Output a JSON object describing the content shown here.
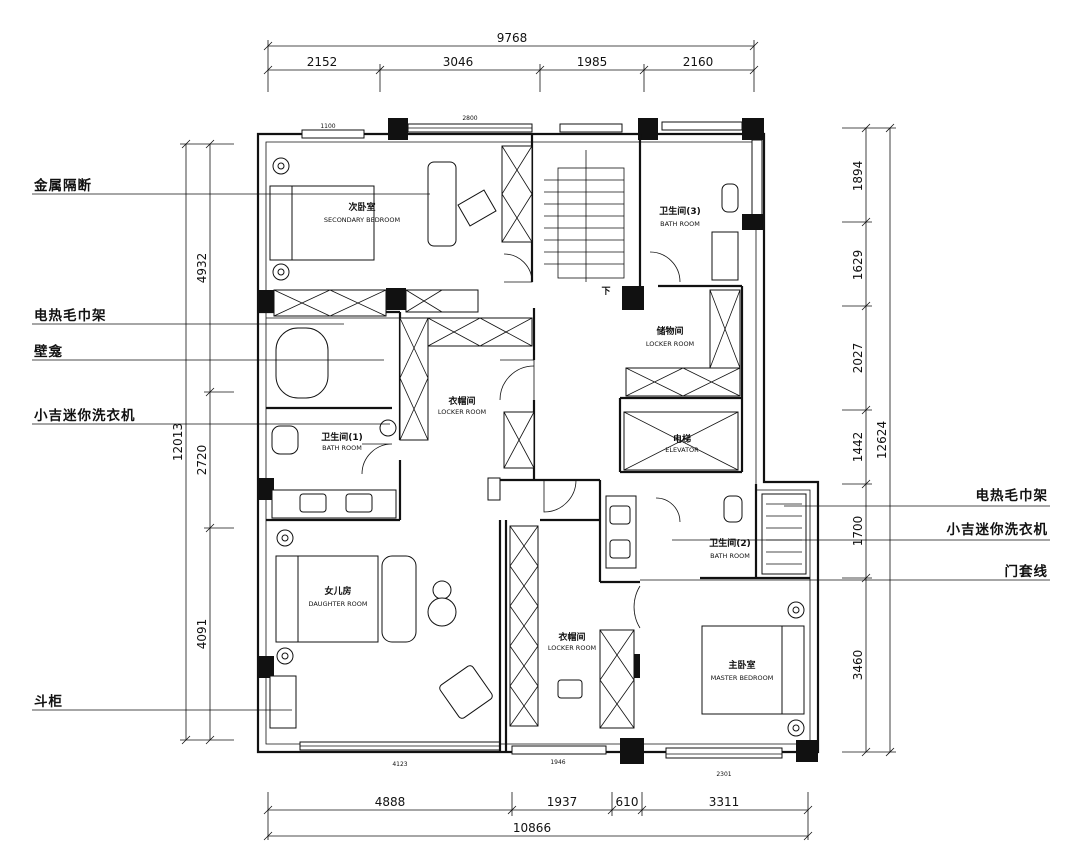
{
  "dimensions": {
    "top_total": "9768",
    "top_segments": [
      "2152",
      "3046",
      "1985",
      "2160"
    ],
    "bottom_segments": [
      "4888",
      "1937",
      "610",
      "3311"
    ],
    "bottom_total": "10866",
    "left_segments": [
      "4932",
      "2720",
      "4091"
    ],
    "left_total": "12013",
    "right_segments": [
      "1894",
      "1629",
      "2027",
      "1442",
      "1700",
      "3460"
    ],
    "right_total": "12624",
    "small_labels": [
      "1100",
      "2800",
      "4123",
      "1946",
      "2301"
    ]
  },
  "annotations_left": [
    "金属隔断",
    "电热毛巾架",
    "壁龛",
    "小吉迷你洗衣机",
    "斗柜"
  ],
  "annotations_right": [
    "电热毛巾架",
    "小吉迷你洗衣机",
    "门套线"
  ],
  "rooms": [
    {
      "cn": "次卧室",
      "en": "SECONDARY BEDROOM"
    },
    {
      "cn": "卫生间(3)",
      "en": "BATH ROOM"
    },
    {
      "cn": "储物间",
      "en": "LOCKER ROOM"
    },
    {
      "cn": "衣帽间",
      "en": "LOCKER ROOM"
    },
    {
      "cn": "卫生间(1)",
      "en": "BATH ROOM"
    },
    {
      "cn": "电梯",
      "en": "ELEVATOR"
    },
    {
      "cn": "卫生间(2)",
      "en": "BATH ROOM"
    },
    {
      "cn": "女儿房",
      "en": "DAUGHTER ROOM"
    },
    {
      "cn": "衣帽间",
      "en": "LOCKER ROOM"
    },
    {
      "cn": "主卧室",
      "en": "MASTER BEDROOM"
    }
  ],
  "markers": {
    "down_label": "下"
  }
}
